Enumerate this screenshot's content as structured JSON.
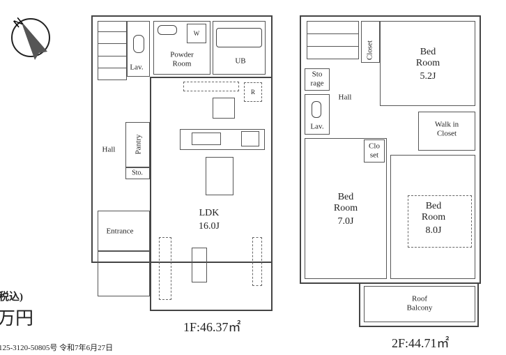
{
  "compass": {
    "north_label": "N"
  },
  "floor1": {
    "area_label": "1F:46.37㎡",
    "rooms": {
      "lav": "Lav.",
      "powder_room": "Powder\nRoom",
      "ub": "UB",
      "hall": "Hall",
      "pantry": "Pantry",
      "storage": "Sto.",
      "entrance": "Entrance",
      "ldk": "LDK",
      "ldk_size": "16.0J",
      "washer_mark": "W",
      "fridge_mark": "R"
    }
  },
  "floor2": {
    "area_label": "2F:44.71㎡",
    "rooms": {
      "closet": "Closet",
      "bed1": "Bed\nRoom",
      "bed1_size": "5.2J",
      "storage": "Sto\nrage",
      "hall": "Hall",
      "lav": "Lav.",
      "walk_in_closet": "Walk in\nCloset",
      "closet2": "Clo\nset",
      "bed2": "Bed\nRoom",
      "bed2_size": "7.0J",
      "bed3": "Bed\nRoom",
      "bed3_size": "8.0J",
      "roof_balcony": "Roof\nBalcony"
    }
  },
  "price_info": {
    "tax_note": "税込)",
    "price_unit": "万円",
    "license_line": "125-3120-50805号 令和7年6月27日"
  }
}
